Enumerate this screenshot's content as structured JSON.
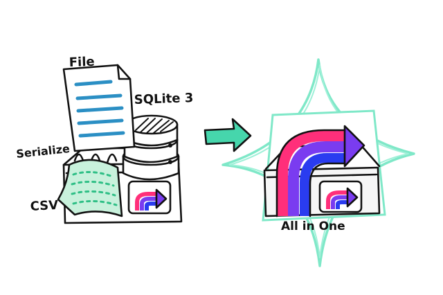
{
  "labels": {
    "file": "File",
    "sqlite": "SQLite 3",
    "serialize": "Serialize",
    "csv": "CSV",
    "all_in_one": "All in One"
  },
  "colors": {
    "ink": "#111111",
    "file_lines": "#2b8fc4",
    "csv_sheet": "#c8f1dc",
    "csv_marks": "#2fbf86",
    "arrow": "#46d6ac",
    "sparkle": "#7fe8c8",
    "box_fill": "#f6f6f6",
    "logo_pink": "#ff2f7a",
    "logo_purple": "#7a3cf0",
    "logo_blue": "#2a3cf0"
  },
  "icons": [
    "file-icon",
    "database-icon",
    "csv-sheet-icon",
    "storage-box-icon",
    "logo-arrow-icon",
    "right-arrow-icon",
    "sparkle-icon"
  ]
}
